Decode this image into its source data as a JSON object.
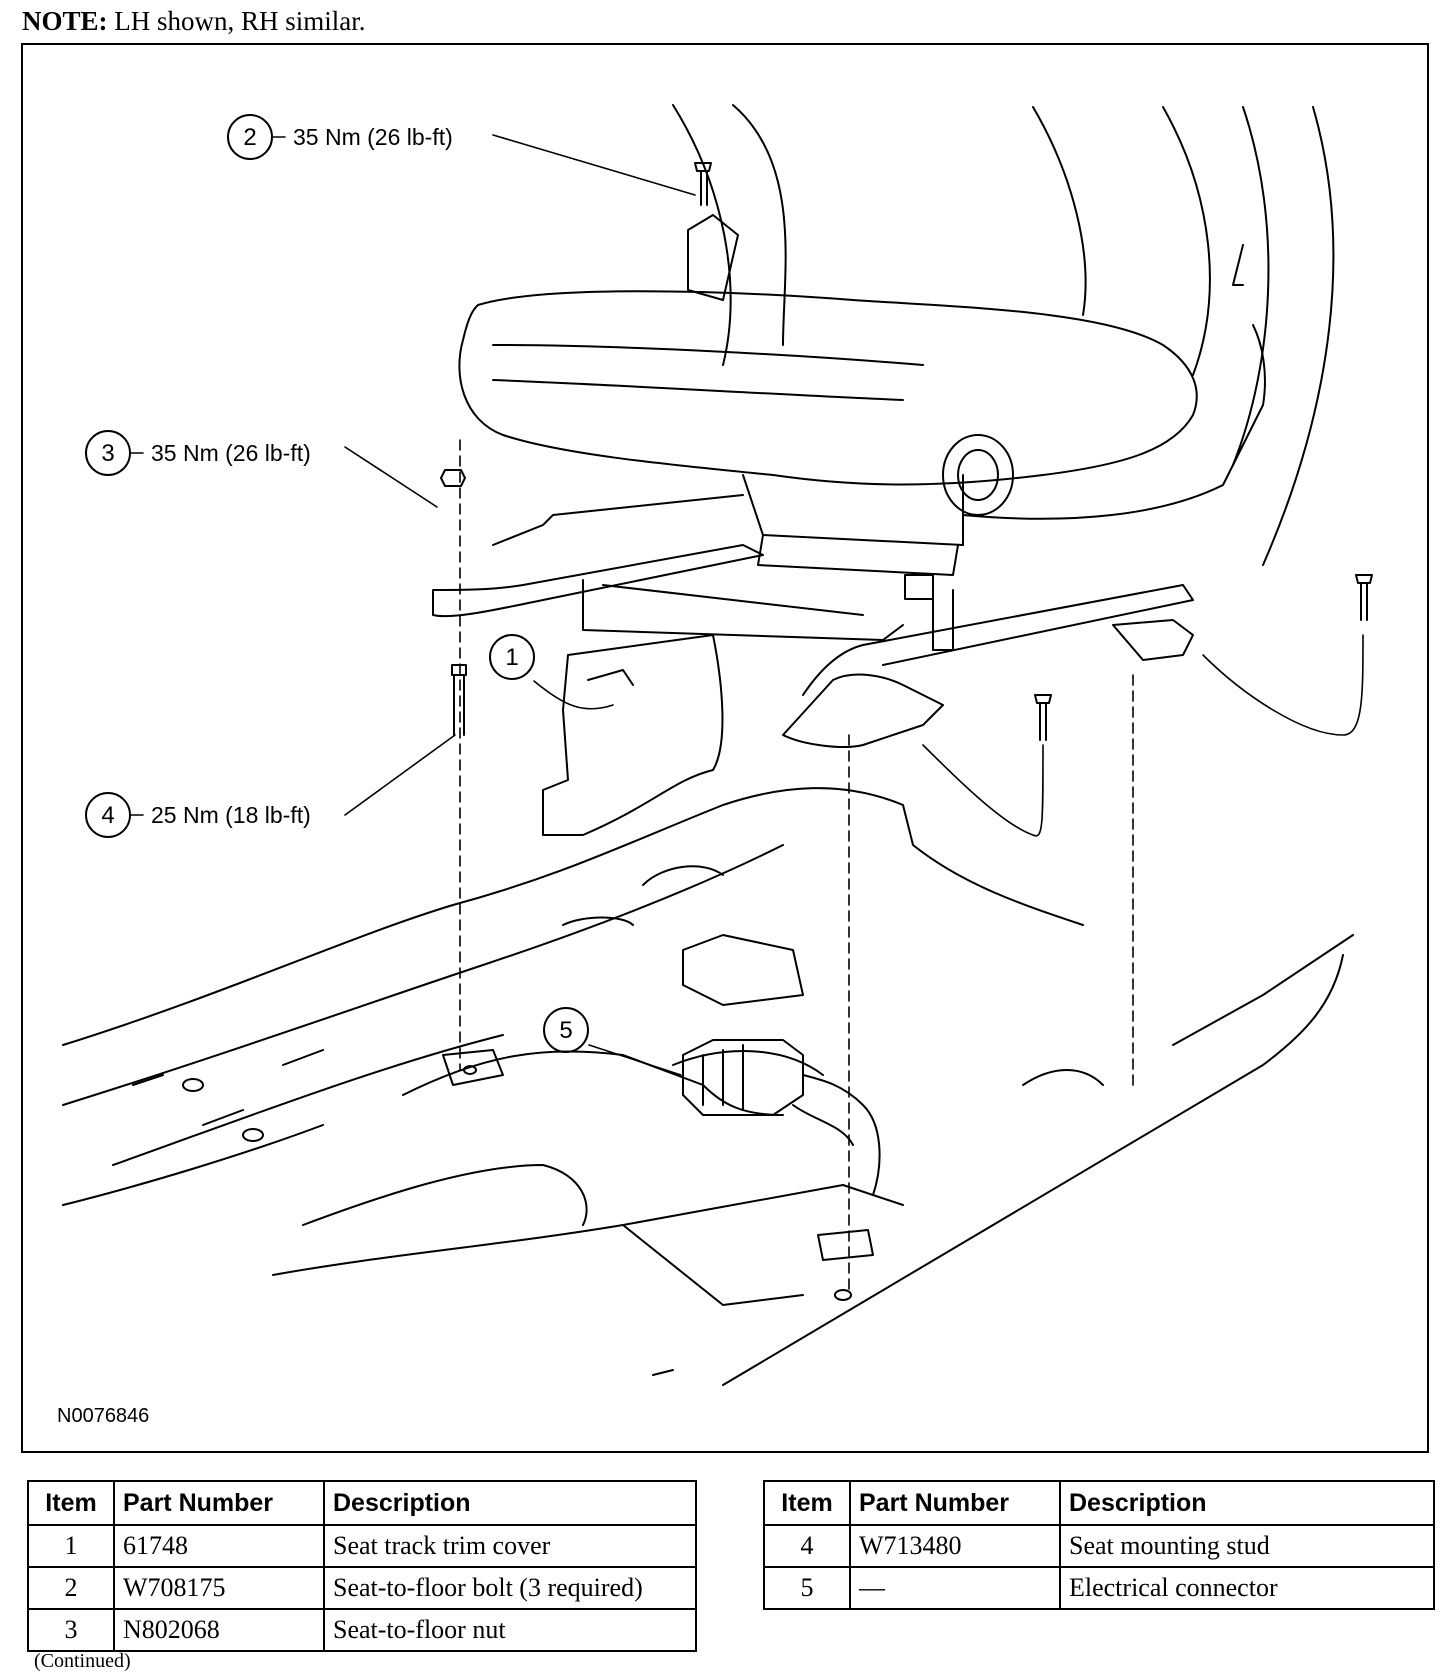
{
  "note": {
    "label": "NOTE:",
    "text": " LH shown, RH similar."
  },
  "figure": {
    "id": "N0076846",
    "callouts": [
      {
        "num": "1",
        "text": ""
      },
      {
        "num": "2",
        "text": "35 Nm (26 lb-ft)"
      },
      {
        "num": "3",
        "text": "35 Nm (26 lb-ft)"
      },
      {
        "num": "4",
        "text": "25 Nm (18 lb-ft)"
      },
      {
        "num": "5",
        "text": ""
      }
    ]
  },
  "table": {
    "headers": {
      "item": "Item",
      "part_number": "Part Number",
      "description": "Description"
    },
    "left_rows": [
      {
        "item": "1",
        "part_number": "61748",
        "description": "Seat track trim cover"
      },
      {
        "item": "2",
        "part_number": "W708175",
        "description": "Seat-to-floor bolt (3 required)"
      },
      {
        "item": "3",
        "part_number": "N802068",
        "description": "Seat-to-floor nut"
      }
    ],
    "right_rows": [
      {
        "item": "4",
        "part_number": "W713480",
        "description": "Seat mounting stud"
      },
      {
        "item": "5",
        "part_number": "—",
        "description": "Electrical connector"
      }
    ]
  },
  "continued": "(Continued)"
}
